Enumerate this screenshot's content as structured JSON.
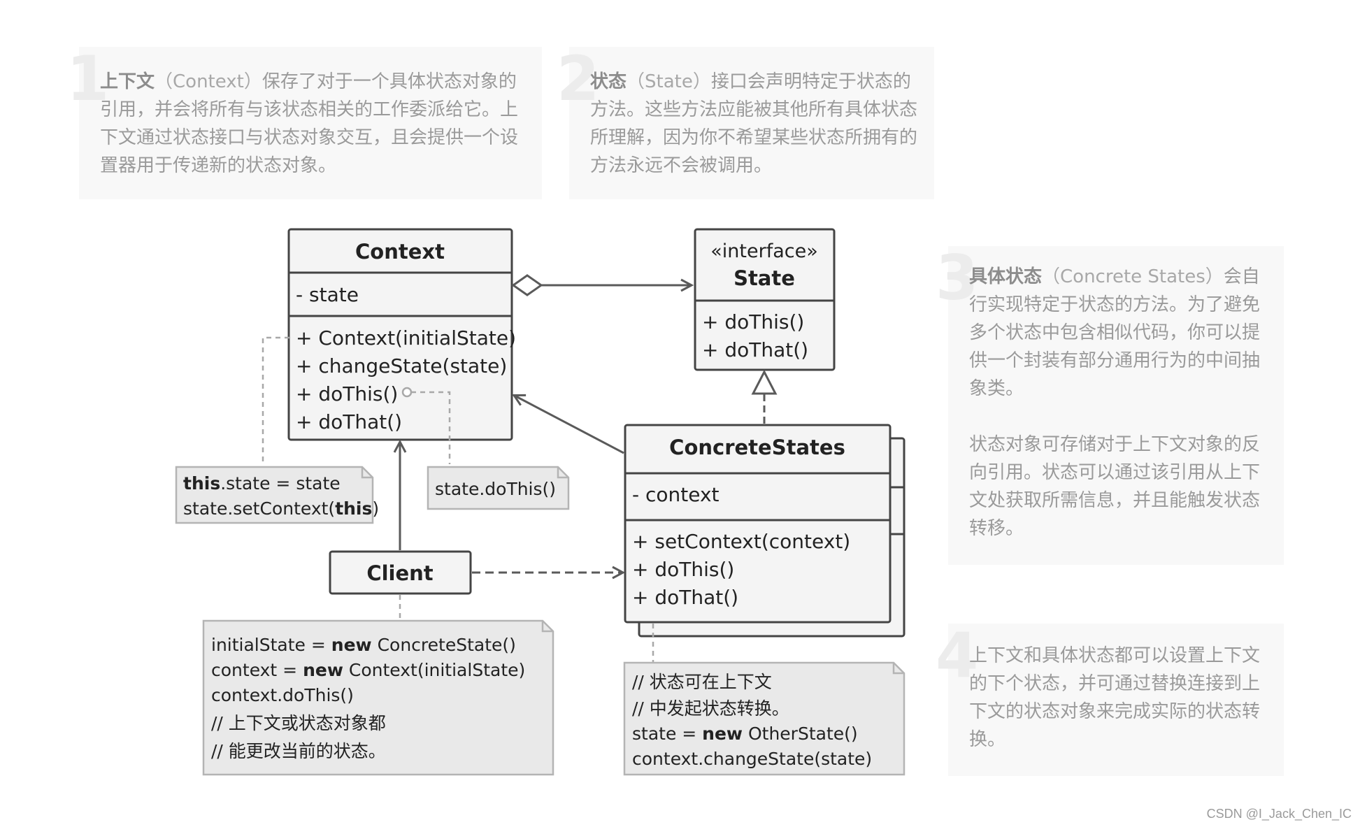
{
  "notes_panel": {
    "n1": {
      "number": "1",
      "term": "上下文",
      "term_en": "（Context）",
      "text": "保存了对于一个具体状态对象的引用，并会将所有与该状态相关的工作委派给它。上下文通过状态接口与状态对象交互，且会提供一个设置器用于传递新的状态对象。"
    },
    "n2": {
      "number": "2",
      "term": "状态",
      "term_en": "（State）",
      "text": "接口会声明特定于状态的方法。这些方法应能被其他所有具体状态所理解，因为你不希望某些状态所拥有的方法永远不会被调用。"
    },
    "n3": {
      "number": "3",
      "term": "具体状态",
      "term_en": "（Concrete States）",
      "text": "会自行实现特定于状态的方法。为了避免多个状态中包含相似代码，你可以提供一个封装有部分通用行为的中间抽象类。",
      "text2": "状态对象可存储对于上下文对象的反向引用。状态可以通过该引用从上下文处获取所需信息，并且能触发状态转移。"
    },
    "n4": {
      "number": "4",
      "text": "上下文和具体状态都可以设置上下文的下个状态，并可通过替换连接到上下文的状态对象来完成实际的状态转换。"
    }
  },
  "context_class": {
    "name": "Context",
    "field": "- state",
    "methods": [
      "+ Context(initialState)",
      "+ changeState(state)",
      "+ doThis()",
      "+ doThat()"
    ]
  },
  "state_interface": {
    "stereotype": "«interface»",
    "name": "State",
    "methods": [
      "+ doThis()",
      "+ doThat()"
    ]
  },
  "concrete_states": {
    "name": "ConcreteStates",
    "field": "- context",
    "methods": [
      "+ setContext(context)",
      "+ doThis()",
      "+ doThat()"
    ]
  },
  "client": {
    "name": "Client"
  },
  "code_notes": {
    "setter": {
      "kw1": "this",
      "rest1": ".state = state",
      "pre2": "state.setContext(",
      "kw2": "this",
      "post2": ")"
    },
    "delegate": {
      "line": "state.doThis()"
    },
    "client": {
      "l1_pre": "initialState = ",
      "l1_kw": "new",
      "l1_post": " ConcreteState()",
      "l2_pre": "context = ",
      "l2_kw": "new",
      "l2_post": " Context(initialState)",
      "l3": "context.doThis()",
      "l4": "// 上下文或状态对象都",
      "l5": "// 能更改当前的状态。"
    },
    "concrete": {
      "l1": "// 状态可在上下文",
      "l2": "// 中发起状态转换。",
      "l3_pre": "state = ",
      "l3_kw": "new",
      "l3_post": " OtherState()",
      "l4": "context.changeState(state)"
    }
  },
  "watermark": "CSDN @I_Jack_Chen_IC",
  "colors": {
    "box_fill": "#f4f4f4",
    "box_stroke": "#444444",
    "note_fill": "#e9e9e9",
    "note_stroke": "#b4b4b4",
    "arrow": "#5a5a5a",
    "dashed": "#a0a0a0"
  }
}
